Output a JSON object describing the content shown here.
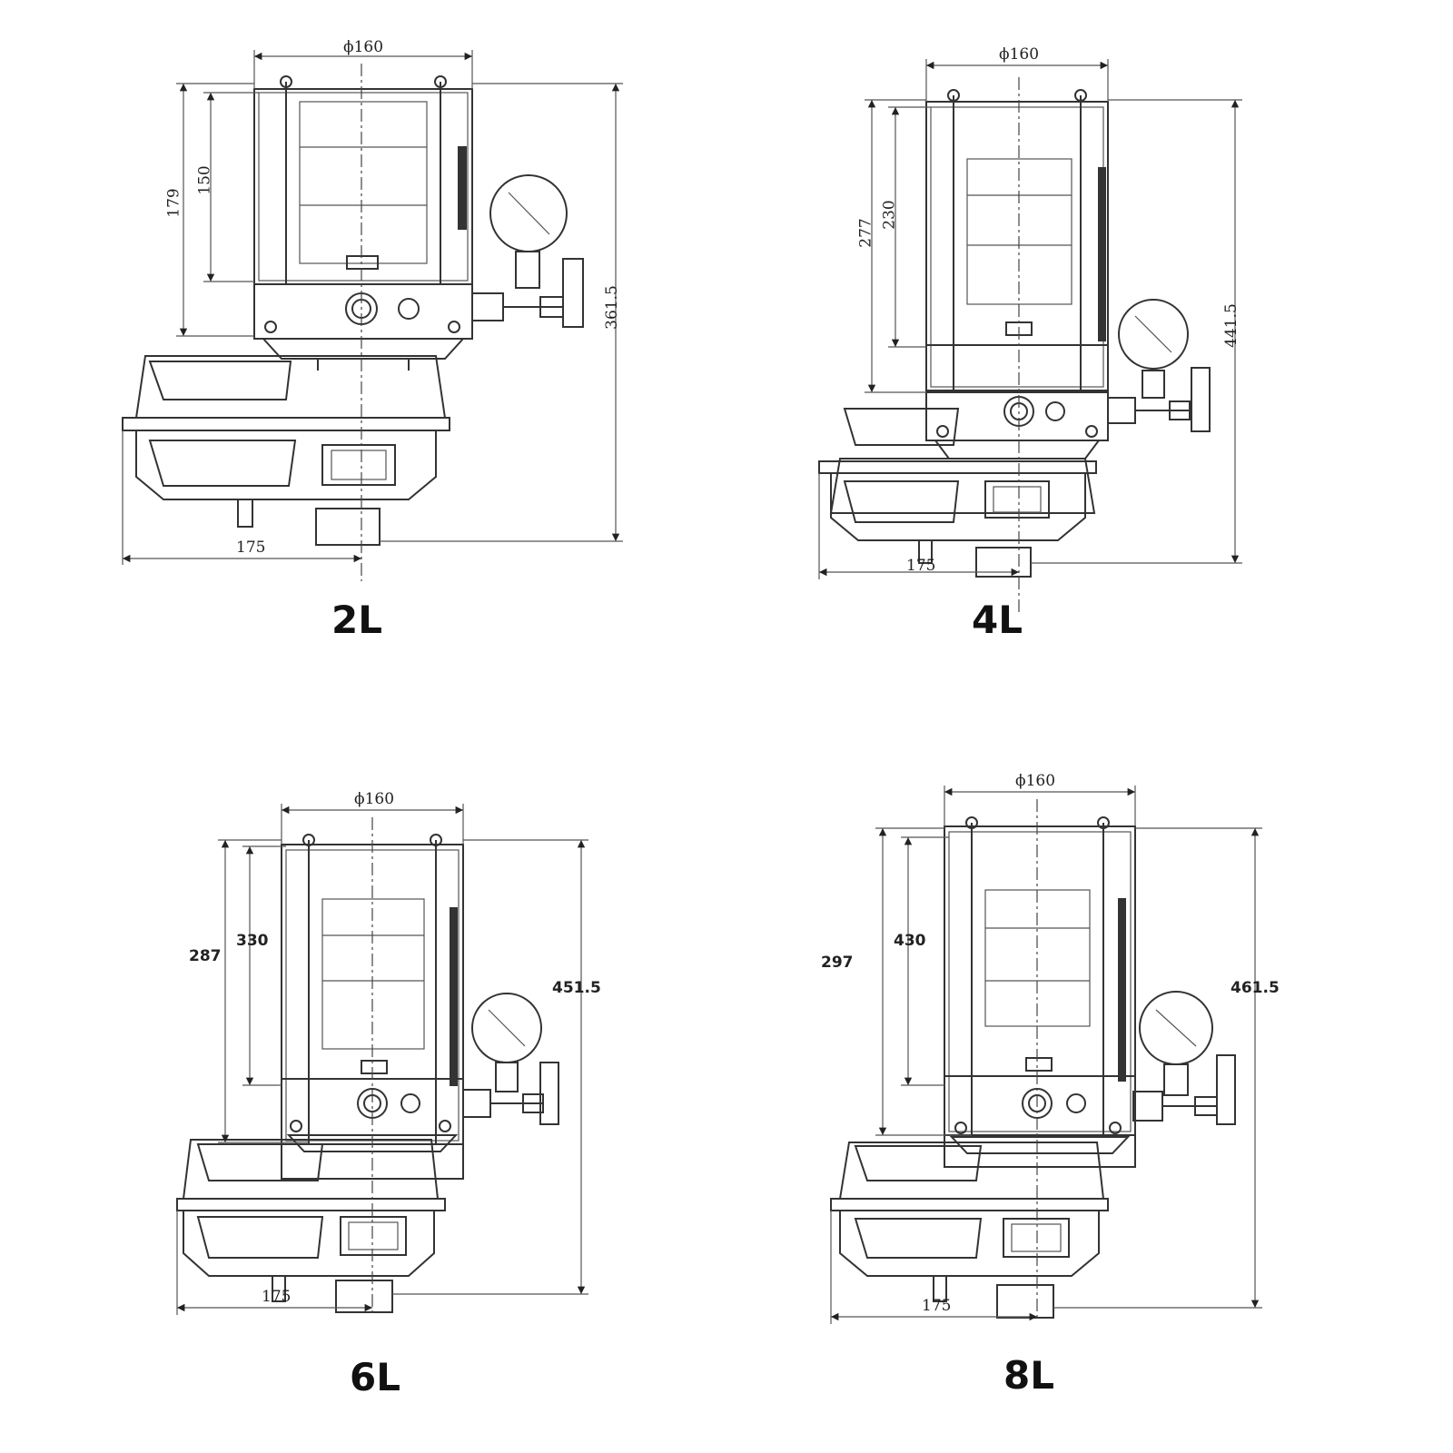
{
  "drawings": [
    {
      "id": "2l",
      "caption": "2L",
      "diameter": "ϕ160",
      "h_a": "179",
      "h_b": "150",
      "total": "361.5",
      "width": "175",
      "label_style": "serif-rotated"
    },
    {
      "id": "4l",
      "caption": "4L",
      "diameter": "ϕ160",
      "h_a": "277",
      "h_b": "230",
      "total": "441.5",
      "width": "175",
      "label_style": "serif-rotated"
    },
    {
      "id": "6l",
      "caption": "6L",
      "diameter": "ϕ160",
      "h_a": "287",
      "h_b": "330",
      "total": "451.5",
      "width": "175",
      "label_style": "sans-horizontal"
    },
    {
      "id": "8l",
      "caption": "8L",
      "diameter": "ϕ160",
      "h_a": "297",
      "h_b": "430",
      "total": "461.5",
      "width": "175",
      "label_style": "sans-horizontal"
    }
  ]
}
